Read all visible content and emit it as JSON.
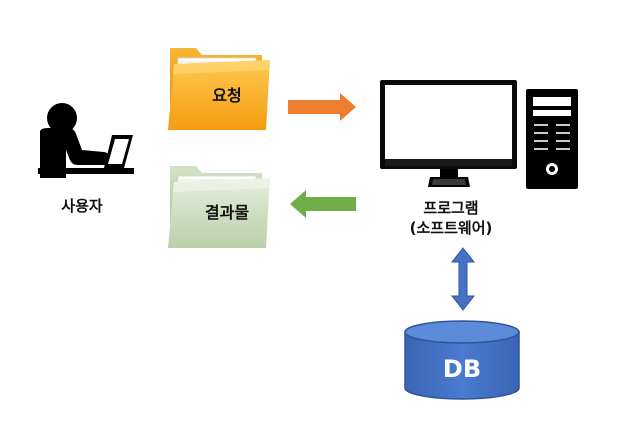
{
  "user": {
    "label": "사용자",
    "icon": "user-at-computer-icon"
  },
  "request": {
    "label": "요청",
    "icon": "orange-folder-icon",
    "color": "#f5a623"
  },
  "result": {
    "label": "결과물",
    "icon": "green-folder-icon",
    "color": "#c9dcbc"
  },
  "program": {
    "label_line1": "프로그램",
    "label_line2": "(소프트웨어)",
    "icon": "desktop-computer-icon"
  },
  "database": {
    "label": "DB",
    "icon": "database-cylinder-icon",
    "color": "#4472c4"
  },
  "arrows": {
    "request_color": "#ed7d31",
    "result_color": "#70ad47",
    "db_link_color": "#4472c4"
  }
}
